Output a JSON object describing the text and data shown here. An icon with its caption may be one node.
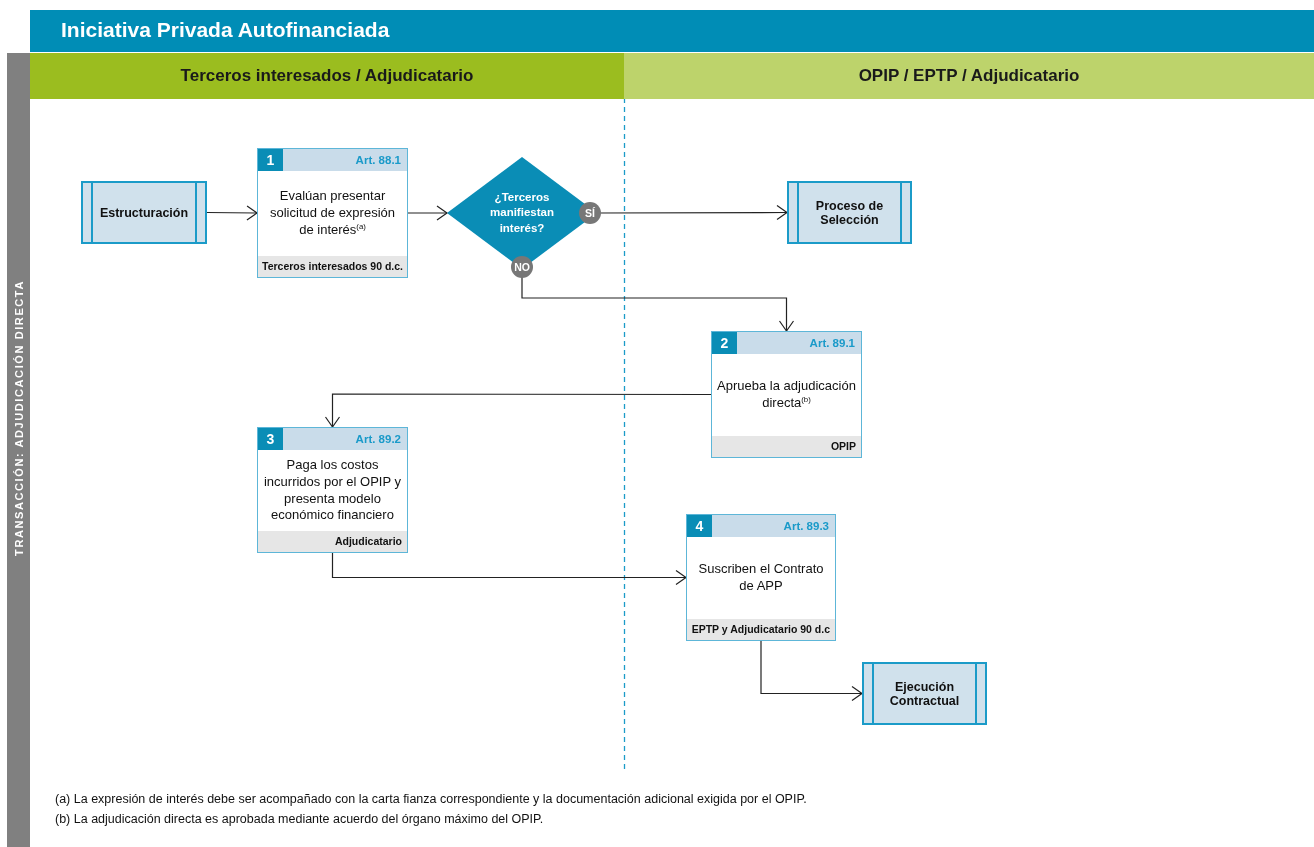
{
  "diagram": {
    "title": "Iniciativa Privada Autofinanciada",
    "nodes": [
      {
        "text": [
          "Terceros interesados / Adjudicatario"
        ]
      },
      {
        "text": [
          "OPIP / EPTP / Adjudicatario"
        ]
      },
      {
        "text": [
          "TRANSACCIÓN: ADJUDICACIÓN DIRECTA"
        ]
      },
      {
        "text": [
          "Estructuración"
        ]
      },
      {
        "text": [
          "1",
          "Art. 88.1",
          "Evalúan presentar solicitud de expresión de interés$^{(a)}$",
          "Terceros interesados 90 d.c."
        ]
      },
      {
        "text": [
          "¿Terceros manifiestan interés?"
        ]
      },
      {
        "text": [
          "Proceso de Selección"
        ]
      },
      {
        "text": [
          "2",
          "Art. 89.1",
          "Aprueba la adjudicación directa$^{(b)}$",
          "OPIP"
        ]
      },
      {
        "text": [
          "3",
          "Art. 89.2",
          "Paga los costos incurridos por el OPIP y presenta modelo económico financiero",
          "Adjudicatario"
        ]
      },
      {
        "text": [
          "4",
          "Art. 89.3",
          "Suscriben el Contrato de APP",
          "EPTP y Adjudicatario 90 d.c"
        ]
      },
      {
        "text": [
          "Ejecución Contractual"
        ]
      }
    ],
    "edges": [
      {
        "from": 3,
        "to": 4,
        "arrow": "to"
      },
      {
        "from": 4,
        "to": 5,
        "arrow": "to"
      },
      {
        "from": 5,
        "to": 6,
        "arrow": "to",
        "label": "SÍ"
      },
      {
        "from": 5,
        "to": 7,
        "arrow": "to",
        "label": "NO"
      },
      {
        "from": 7,
        "to": 8,
        "arrow": "to"
      },
      {
        "from": 8,
        "to": 9,
        "arrow": "to"
      },
      {
        "from": 9,
        "to": 10,
        "arrow": "to"
      }
    ],
    "labels": [
      "(a) La expresión de interés debe ser acompañado con la carta fianza correspondiente y la documentación adicional exigida por el OPIP.",
      "(b) La adjudicación directa es aprobada mediante acuerdo del órgano máximo del OPIP."
    ]
  }
}
